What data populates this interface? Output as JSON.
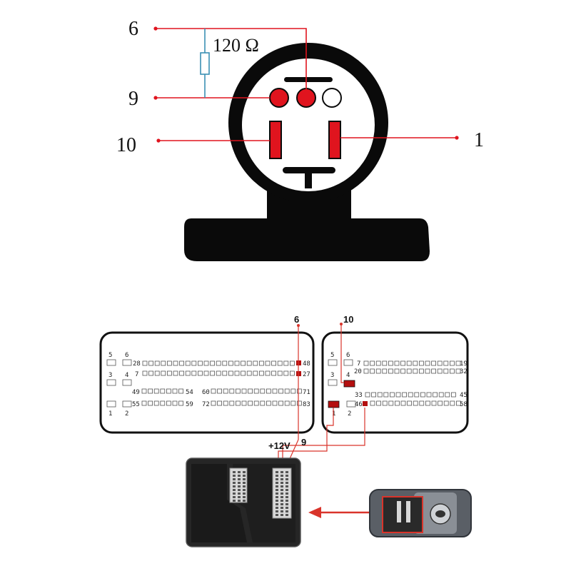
{
  "connector": {
    "pin_labels": {
      "pin6": "6",
      "pin9": "9",
      "pin10": "10",
      "pin1": "1"
    },
    "resistor_label": "120 Ω",
    "colors": {
      "wire": "#e0141e",
      "resistor": "#3a8fb4",
      "pin_fill": "#e0141e",
      "body": "#0a0a0a"
    }
  },
  "ecu": {
    "left_block": {
      "row1": {
        "small_a": "5",
        "small_b": "6",
        "start": "28",
        "end": "48"
      },
      "row2": {
        "small_a": "3",
        "small_b": "4",
        "start": "7",
        "end": "27"
      },
      "row3": {
        "start_a": "49",
        "end_a": "54",
        "start_b": "60",
        "end_b": "71"
      },
      "row4": {
        "small_a": "1",
        "small_b": "2",
        "start_a": "55",
        "end_a": "59",
        "start_b": "72",
        "end_b": "83"
      }
    },
    "right_block": {
      "row1": {
        "small_a": "5",
        "small_b": "6",
        "start": "7",
        "end": "19"
      },
      "row2": {
        "small_a": "3",
        "small_b": "4",
        "start": "20",
        "end": "32"
      },
      "row3": {
        "start": "33",
        "end": "45"
      },
      "row4": {
        "small_a": "1",
        "small_b": "2",
        "start": "46",
        "end": "58"
      }
    },
    "wire_labels": {
      "left_top": "6",
      "right_top": "10",
      "bottom_nine": "9",
      "supply": "+12V"
    },
    "colors": {
      "pin_highlight": "#b40f0f",
      "wire": "#d9342b"
    }
  }
}
